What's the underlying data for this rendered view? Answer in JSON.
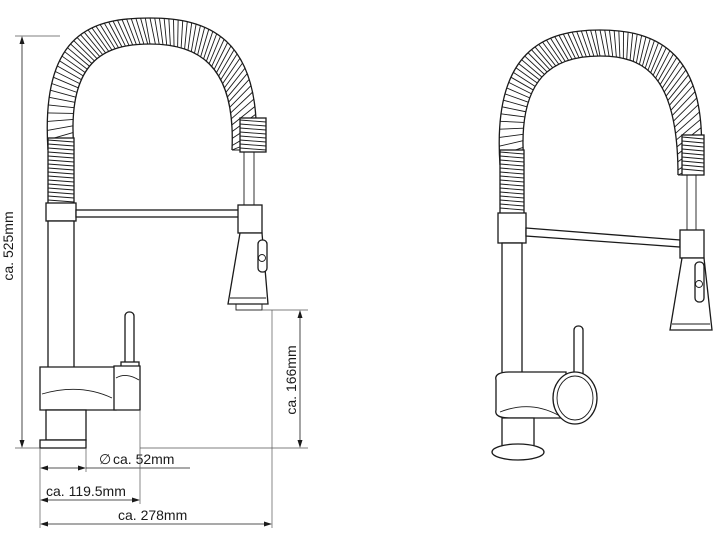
{
  "dimensions": {
    "height_total": "ca. 525mm",
    "spout_height": "ca. 166mm",
    "base_diameter_symbol": "∅",
    "base_diameter": "ca. 52mm",
    "base_to_lever": "ca. 119.5mm",
    "reach": "ca. 278mm"
  }
}
